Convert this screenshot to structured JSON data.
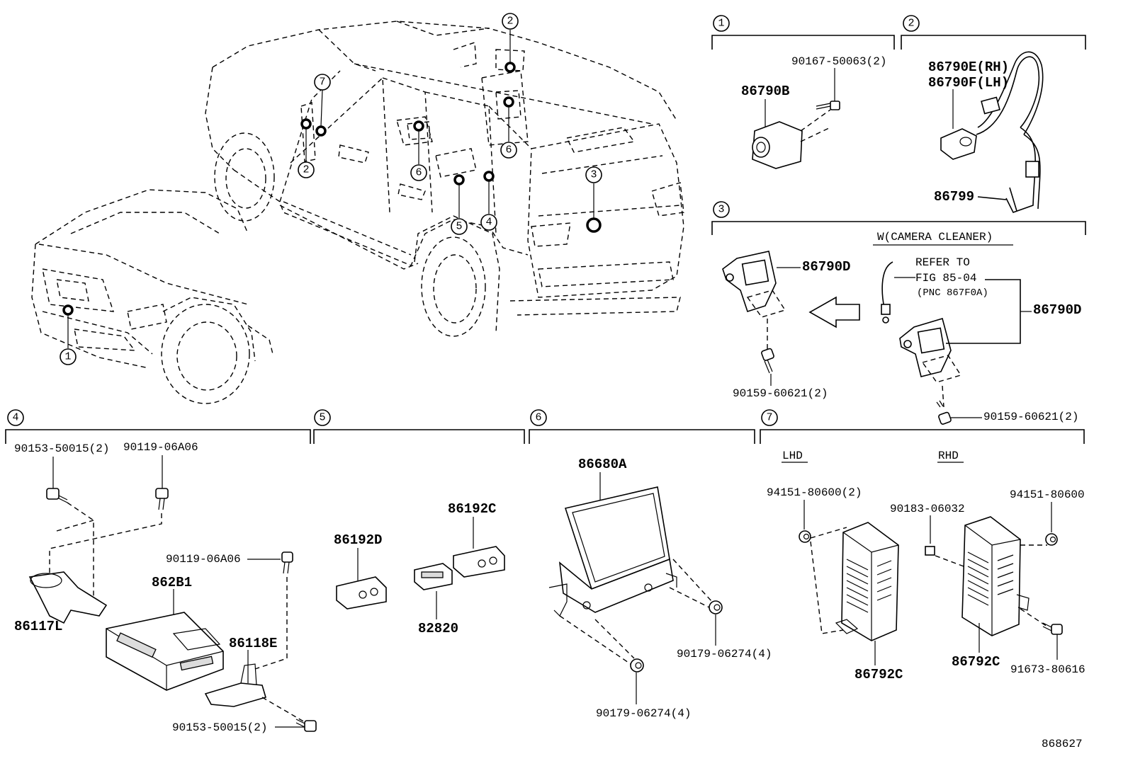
{
  "diagram_id": "868627",
  "sections": [
    {
      "num": "1",
      "parts": [
        "90167-50063(2)",
        "86790B"
      ]
    },
    {
      "num": "2",
      "parts": [
        "86790E(RH)",
        "86790F(LH)",
        "86799"
      ]
    },
    {
      "num": "3",
      "condition": "W(CAMERA CLEANER)",
      "refer": [
        "REFER TO",
        "FIG 85-04",
        "(PNC 867F0A)"
      ],
      "parts": [
        "86790D",
        "86790D",
        "90159-60621(2)",
        "90159-60621(2)"
      ]
    },
    {
      "num": "4",
      "parts": [
        "90153-50015(2)",
        "90119-06A06",
        "90119-06A06",
        "862B1",
        "86117L",
        "86118E",
        "90153-50015(2)"
      ]
    },
    {
      "num": "5",
      "parts": [
        "86192D",
        "86192C",
        "82820"
      ]
    },
    {
      "num": "6",
      "parts": [
        "86680A",
        "90179-06274(4)",
        "90179-06274(4)"
      ]
    },
    {
      "num": "7",
      "variants": [
        "LHD",
        "RHD"
      ],
      "parts": [
        "94151-80600(2)",
        "90183-06032",
        "94151-80600",
        "86792C",
        "86792C",
        "91673-80616"
      ]
    }
  ],
  "vehicle_callouts": [
    "1",
    "2",
    "7",
    "2",
    "6",
    "6",
    "3",
    "5",
    "4"
  ],
  "icons": [
    "vehicle-overview-drawing",
    "camera-icon",
    "harness-icon",
    "ecu-icon",
    "display-icon",
    "switch-icon",
    "bolt-icon",
    "nut-icon",
    "arrow-icon"
  ]
}
